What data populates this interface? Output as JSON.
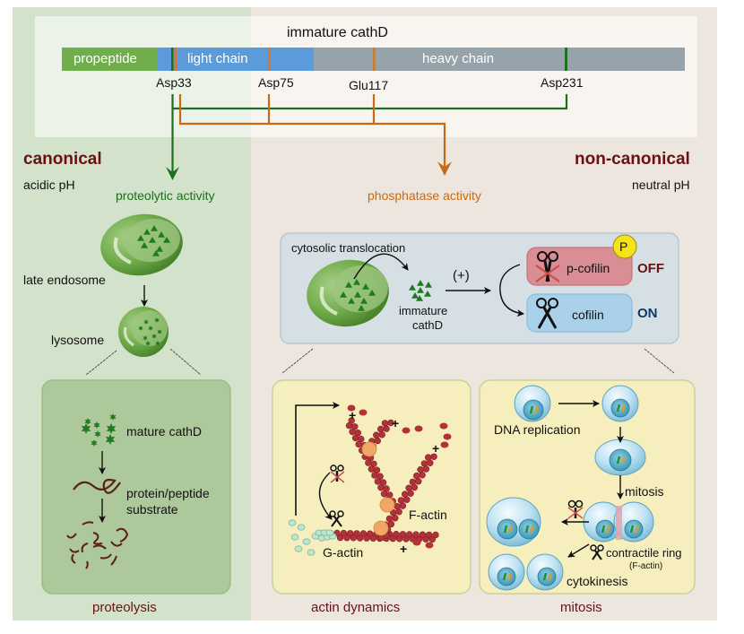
{
  "colors": {
    "canonical_bg": "#d3e2ca",
    "noncanonical_bg": "#ede6de",
    "propeptide": "#6fae4a",
    "light_chain": "#5b9bd9",
    "heavy_chain": "#97a3ab",
    "proteolytic": "#1d6e1d",
    "phosphatase": "#c86a14",
    "section_title": "#6b1013",
    "on_label": "#0e3a6b"
  },
  "protein": {
    "title": "immature cathD",
    "domains": [
      {
        "label": "propeptide"
      },
      {
        "label": "light chain"
      },
      {
        "label": "heavy chain"
      }
    ],
    "residues": [
      {
        "label": "Asp33",
        "role": "proteolytic+phosphatase"
      },
      {
        "label": "Asp75",
        "role": "phosphatase"
      },
      {
        "label": "Glu117",
        "role": "phosphatase"
      },
      {
        "label": "Asp231",
        "role": "proteolytic"
      }
    ]
  },
  "canonical": {
    "title": "canonical",
    "ph": "acidic pH",
    "activity": "proteolytic activity",
    "late_endosome": "late endosome",
    "lysosome": "lysosome",
    "box": {
      "mature": "mature cathD",
      "substrate_line1": "protein/peptide",
      "substrate_line2": "substrate"
    },
    "caption": "proteolysis"
  },
  "noncanonical": {
    "title": "non-canonical",
    "ph": "neutral pH",
    "activity": "phosphatase activity",
    "cytosol": {
      "translocation": "cytosolic translocation",
      "immature_line1": "immature",
      "immature_line2": "cathD",
      "plus": "(+)",
      "p_cofilin": "p-cofilin",
      "phospho": "P",
      "off": "OFF",
      "cofilin": "cofilin",
      "on": "ON"
    },
    "actin": {
      "f_actin": "F-actin",
      "g_actin": "G-actin",
      "plus": "+",
      "caption": "actin dynamics"
    },
    "mitosis": {
      "dna_replication": "DNA replication",
      "mitosis_step": "mitosis",
      "ring": "contractile ring",
      "ring_sub": "(F-actin)",
      "cytokinesis": "cytokinesis",
      "caption": "mitosis"
    }
  }
}
